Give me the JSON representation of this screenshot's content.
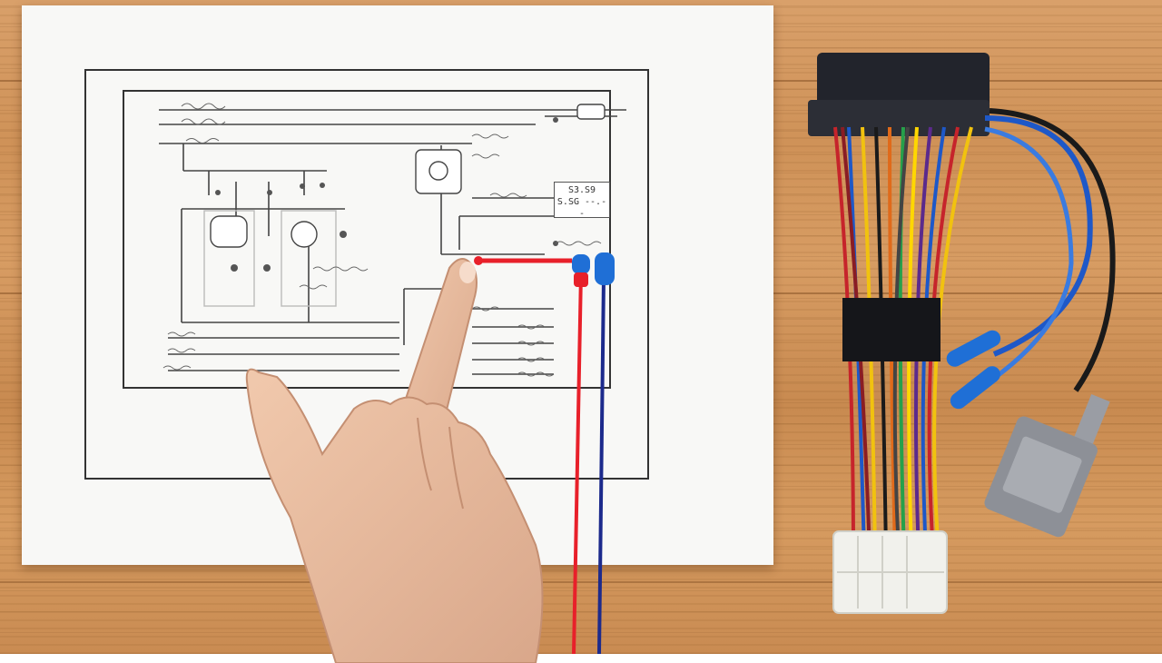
{
  "scene": {
    "description_terms": [
      "wiring-diagram",
      "finger",
      "test-leads",
      "wire-harness"
    ]
  },
  "diagram": {
    "label_box_text": "S3.S9 S.SG --.-- "
  },
  "colors": {
    "wood": "#d39a60",
    "paper": "#f8f8f6",
    "lead_red": "#e8202a",
    "lead_blue": "#1c2a8c",
    "probe_blue": "#1f6fd6",
    "harness_connector": "#22242c",
    "plug_white": "#f1f1ec",
    "plug_grey": "#8d9097"
  }
}
